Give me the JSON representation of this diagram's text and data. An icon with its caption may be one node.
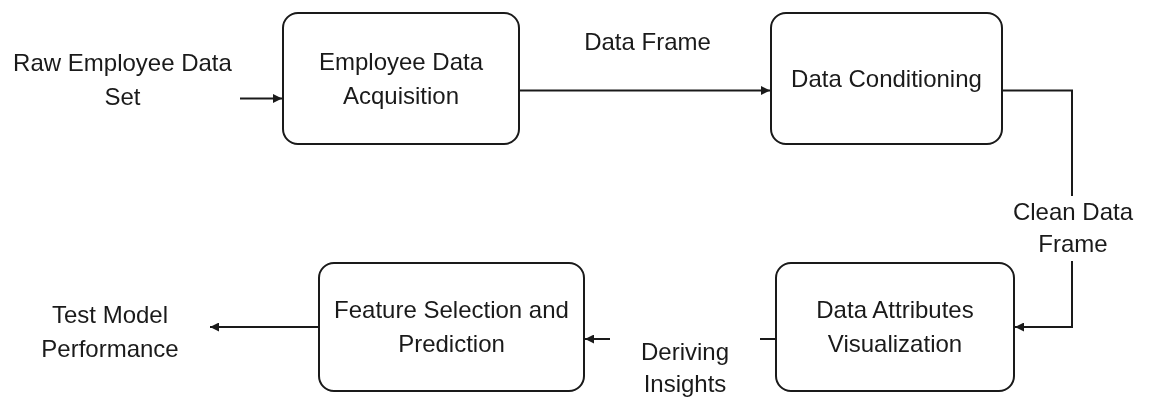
{
  "diagram": {
    "nodes": [
      {
        "text": [
          "Raw Employee Data Set"
        ]
      },
      {
        "text": [
          "Employee Data Acquisition"
        ]
      },
      {
        "text": [
          "Data Conditioning"
        ]
      },
      {
        "text": [
          "Data Attributes Visualization"
        ]
      },
      {
        "text": [
          "Feature Selection and Prediction"
        ]
      },
      {
        "text": [
          "Test Model Performance"
        ]
      }
    ],
    "edges": [
      {
        "from": 0,
        "to": 1,
        "arrow": "to"
      },
      {
        "from": 1,
        "to": 2,
        "arrow": "to",
        "label": "Data Frame"
      },
      {
        "from": 2,
        "to": 3,
        "arrow": "to",
        "label": "Clean Data Frame"
      },
      {
        "from": 3,
        "to": 4,
        "arrow": "to",
        "label": "Deriving Insights"
      },
      {
        "from": 4,
        "to": 5,
        "arrow": "to"
      }
    ]
  }
}
